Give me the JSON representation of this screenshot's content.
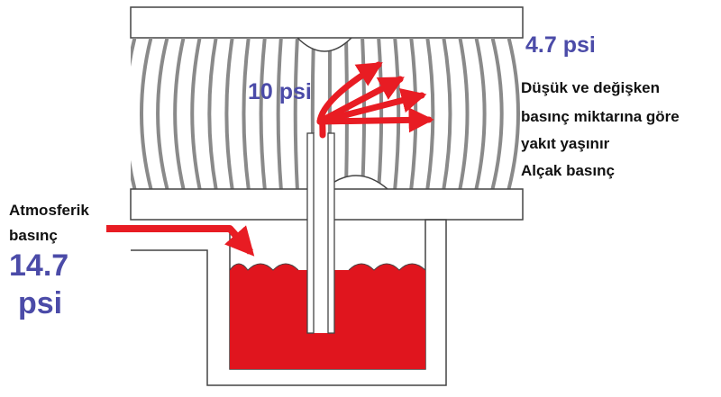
{
  "labels": {
    "throat_pressure": "10 psi",
    "outlet_pressure": "4.7 psi",
    "atmospheric_label_line1": "Atmosferik",
    "atmospheric_label_line2": "basınç",
    "atmospheric_pressure_line1": "14.7",
    "atmospheric_pressure_line2": "psi",
    "description_line1": "Düşük ve değişken",
    "description_line2": "basınç miktarına göre",
    "description_line3": "yakıt yaşınır",
    "description_line4": "Alçak basınç"
  },
  "colors": {
    "fuel": "#e0151e",
    "arrow": "#e81c23",
    "pressure_text": "#4b4ba8",
    "body_text": "#111111",
    "airflow_lines": "#8a8a8a",
    "outline": "#444444"
  }
}
